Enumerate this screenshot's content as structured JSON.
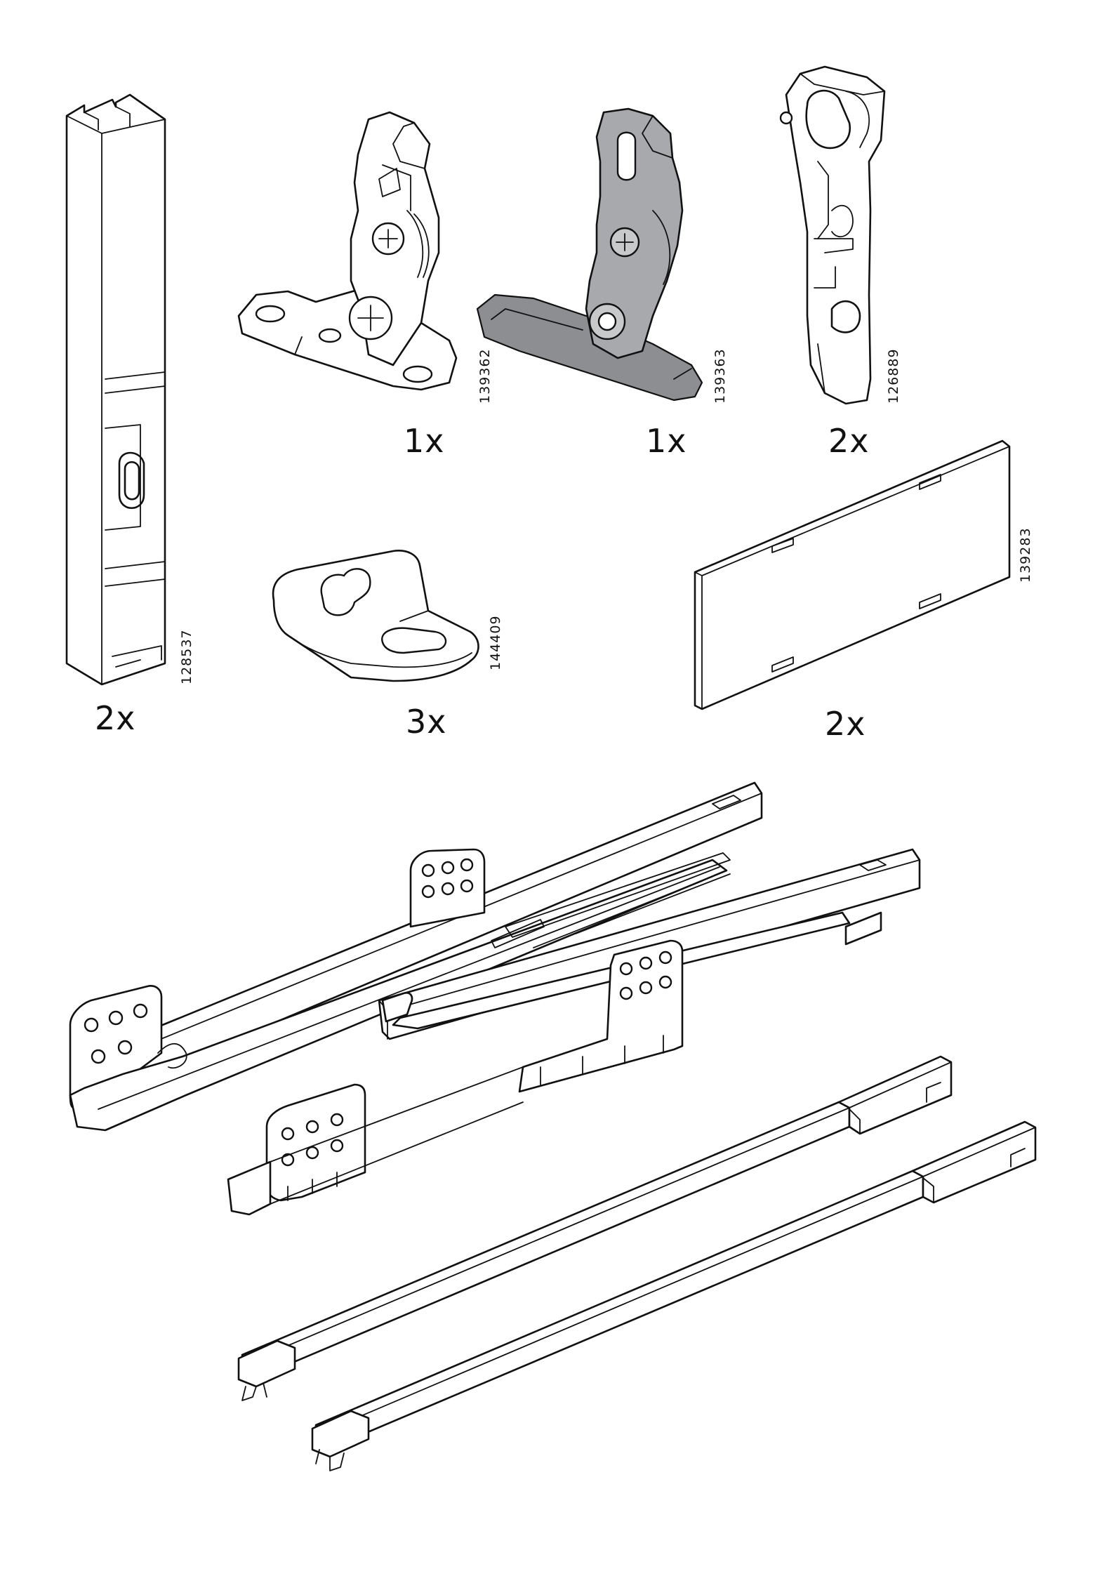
{
  "parts": [
    {
      "id": "rail-clip",
      "article": "128537",
      "quantity": "2x"
    },
    {
      "id": "bracket-white",
      "article": "139362",
      "quantity": "1x"
    },
    {
      "id": "bracket-gray",
      "article": "139363",
      "quantity": "1x"
    },
    {
      "id": "drawer-catch",
      "article": "126889",
      "quantity": "2x"
    },
    {
      "id": "angle-plate",
      "article": "144409",
      "quantity": "3x"
    },
    {
      "id": "panel-board",
      "article": "139283",
      "quantity": "2x"
    },
    {
      "id": "drawer-runners"
    },
    {
      "id": "connecting-rods"
    }
  ],
  "colors": {
    "line": "#111111",
    "gray_part": "#a7a9ac",
    "background": "#ffffff"
  }
}
